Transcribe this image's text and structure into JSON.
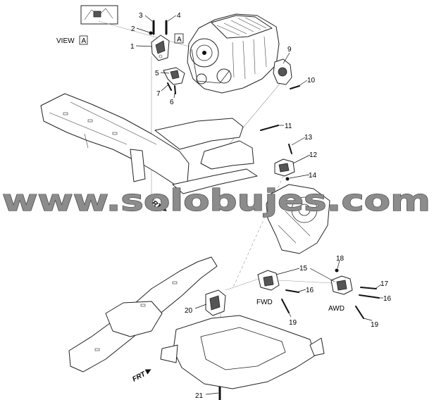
{
  "view": {
    "word": "VIEW",
    "letter": "A"
  },
  "marker_a": "A",
  "callouts": {
    "c1": "1",
    "c2": "2",
    "c3": "3",
    "c4": "4",
    "c5": "5",
    "c6": "6",
    "c7": "7",
    "c9": "9",
    "c10": "10",
    "c11": "11",
    "c12": "12",
    "c13": "13",
    "c14": "14",
    "c15": "15",
    "c16a": "16",
    "c16b": "16",
    "c17": "17",
    "c18": "18",
    "c19a": "19",
    "c19b": "19",
    "c20": "20",
    "c21": "21"
  },
  "labels": {
    "fwd": "FWD",
    "awd": "AWD"
  },
  "frt": {
    "upper": "FRT",
    "lower": "FRT"
  },
  "watermark": "www.solobujes.com",
  "colors": {
    "line": "#222222",
    "watermark_fill": "#8c8c8c",
    "background": "#ffffff"
  }
}
